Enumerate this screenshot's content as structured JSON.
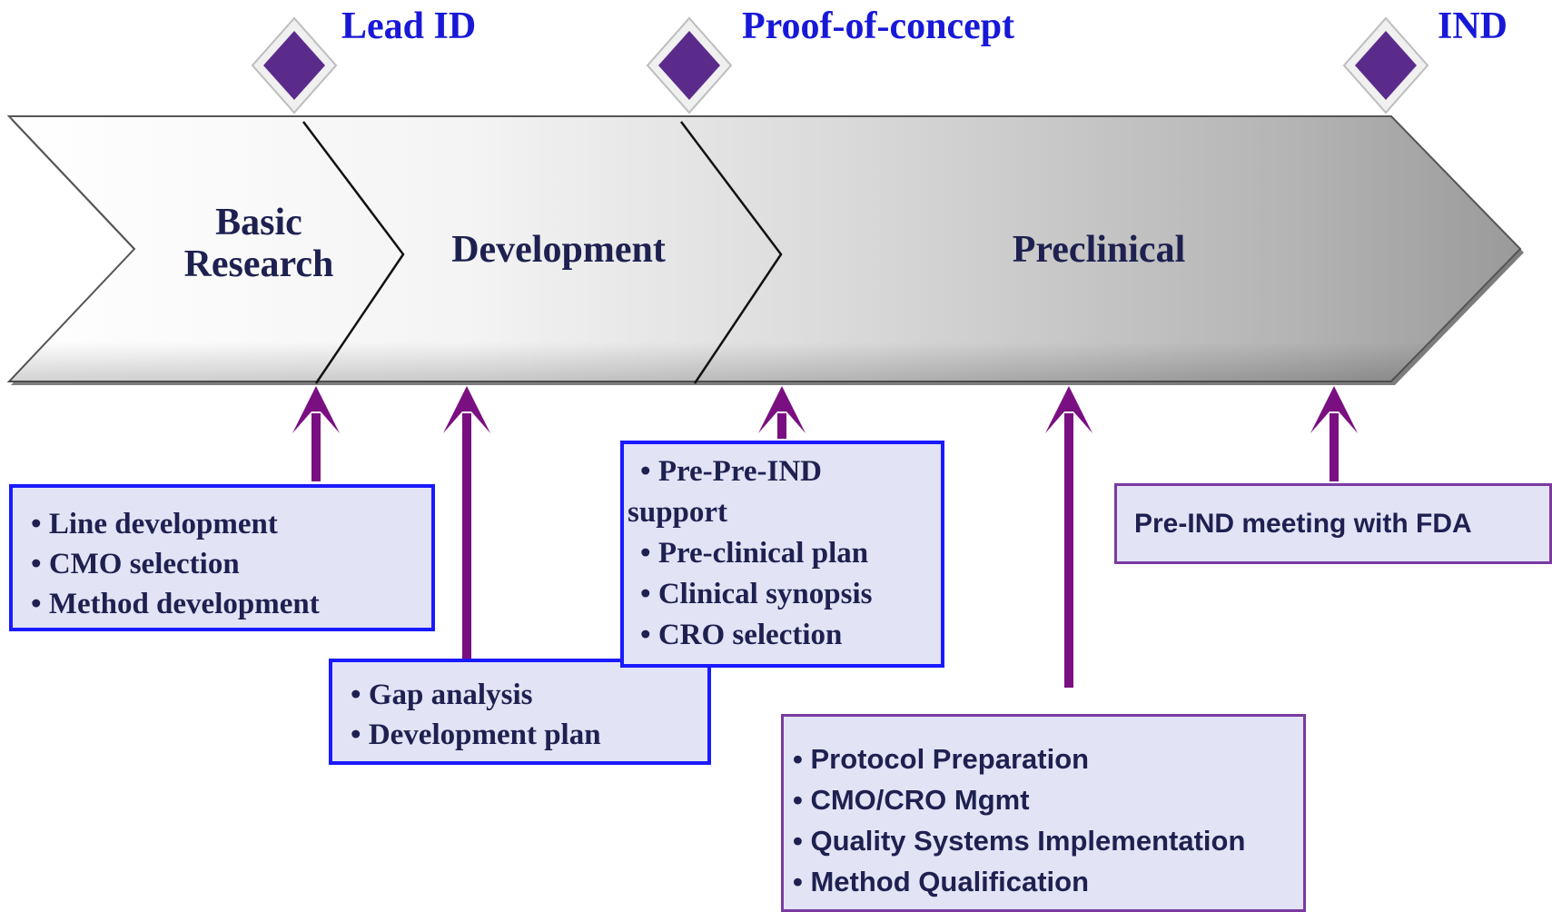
{
  "milestones": [
    {
      "label": "Lead ID",
      "color": "#5b2b8c"
    },
    {
      "label": "Proof-of-concept",
      "color": "#5b2b8c"
    },
    {
      "label": "IND",
      "color": "#5b2b8c"
    }
  ],
  "phases": [
    {
      "label_line1": "Basic",
      "label_line2": "Research"
    },
    {
      "label": "Development"
    },
    {
      "label": "Preclinical"
    }
  ],
  "callouts": {
    "basic": [
      "Line development",
      "CMO selection",
      "Method development"
    ],
    "development": [
      "Gap analysis",
      "Development plan"
    ],
    "poc": [
      "Pre-Pre-IND",
      "support",
      "Pre-clinical plan",
      "Clinical synopsis",
      "CRO selection"
    ],
    "preclinical": [
      "Protocol Preparation",
      "CMO/CRO Mgmt",
      "Quality Systems Implementation",
      "Method Qualification"
    ],
    "ind": "Pre-IND meeting with FDA"
  },
  "colors": {
    "arrow": "#7a0f82",
    "blue_border": "#1a1aff",
    "purple_border": "#7a3aa0",
    "box_fill": "#e3e3f6",
    "milestone_text": "#1818d8",
    "phase_text": "#1e2150"
  }
}
